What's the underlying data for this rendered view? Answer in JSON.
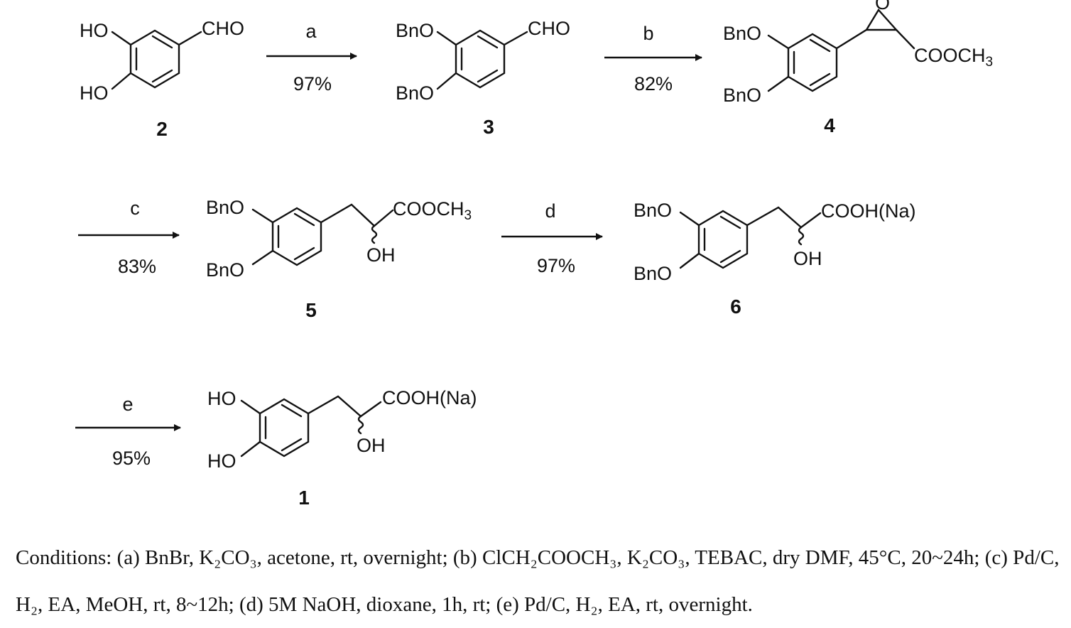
{
  "compounds": {
    "c2": {
      "number": "2",
      "o_top": "HO",
      "o_bottom": "HO",
      "group": "CHO"
    },
    "c3": {
      "number": "3",
      "o_top": "BnO",
      "o_bottom": "BnO",
      "group": "CHO"
    },
    "c4": {
      "number": "4",
      "o_top": "BnO",
      "o_bottom": "BnO",
      "epoxide_o": "O",
      "ester": "COOCH",
      "ester_sub": "3"
    },
    "c5": {
      "number": "5",
      "o_top": "BnO",
      "o_bottom": "BnO",
      "acid": "COOCH",
      "acid_sub": "3",
      "oh": "OH"
    },
    "c6": {
      "number": "6",
      "o_top": "BnO",
      "o_bottom": "BnO",
      "acid": "COOH(Na)",
      "oh": "OH"
    },
    "c1": {
      "number": "1",
      "o_top": "HO",
      "o_bottom": "HO",
      "acid": "COOH(Na)",
      "oh": "OH"
    }
  },
  "steps": [
    {
      "label": "a",
      "yield": "97%"
    },
    {
      "label": "b",
      "yield": "82%"
    },
    {
      "label": "c",
      "yield": "83%"
    },
    {
      "label": "d",
      "yield": "97%"
    },
    {
      "label": "e",
      "yield": "95%"
    }
  ],
  "conditions": {
    "intro": "Conditions: ",
    "a": "(a) BnBr, K₂CO₃, acetone, rt, overnight;",
    "b": "(b) ClCH₂COOCH₃, K₂CO₃, TEBAC, dry DMF, 45°C, 20~24h;",
    "c": "(c) Pd/C, H₂, EA, MeOH, rt, 8~12h;",
    "d": "(d) 5M NaOH, dioxane, 1h, rt;",
    "e": "(e) Pd/C, H₂, EA, rt, overnight."
  }
}
